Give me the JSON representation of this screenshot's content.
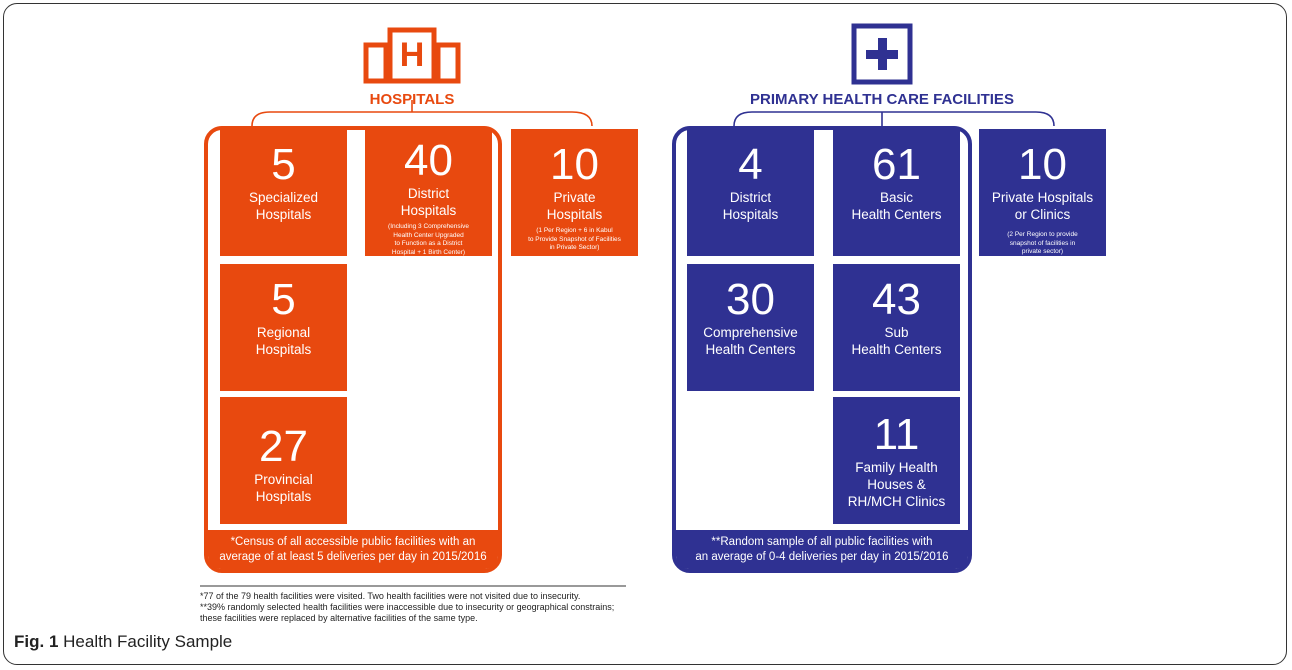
{
  "hospitals": {
    "title": "HOSPITALS",
    "icon_letter": "H",
    "color": "#e8490f",
    "tiles": [
      {
        "number": "5",
        "label": "Specialized\nHospitals",
        "note": ""
      },
      {
        "number": "40",
        "label": "District\nHospitals",
        "note": "(Including 3 Comprehensive\nHealth Center Upgraded\nto Function as a District\nHospital + 1 Birth Center)"
      },
      {
        "number": "10",
        "label": "Private\nHospitals",
        "note": "(1 Per Region + 6 in Kabul\nto Provide Snapshot of Facilities\nin Private Sector)"
      },
      {
        "number": "5",
        "label": "Regional\nHospitals",
        "note": ""
      },
      {
        "number": "27",
        "label": "Provincial\nHospitals",
        "note": ""
      }
    ],
    "census_note": "*Census of all accessible public facilities with an\naverage of at least 5 deliveries per day in 2015/2016"
  },
  "phc": {
    "title": "PRIMARY HEALTH CARE FACILITIES",
    "icon_symbol": "+",
    "color": "#2f3192",
    "tiles": [
      {
        "number": "4",
        "label": "District\nHospitals",
        "note": ""
      },
      {
        "number": "61",
        "label": "Basic\nHealth Centers",
        "note": ""
      },
      {
        "number": "10",
        "label": "Private Hospitals\nor Clinics",
        "note": "(2 Per Region to provide\nsnapshot of facilities in\nprivate sector)"
      },
      {
        "number": "30",
        "label": "Comprehensive\nHealth Centers",
        "note": ""
      },
      {
        "number": "43",
        "label": "Sub\nHealth Centers",
        "note": ""
      },
      {
        "number": "11",
        "label": "Family Health\nHouses &\nRH/MCH Clinics",
        "note": ""
      }
    ],
    "sample_note": "**Random sample of all public facilities with\nan average of 0-4 deliveries per day in 2015/2016"
  },
  "footnotes": [
    "*77 of the 79 health facilities were visited. Two health facilities were not visited due to insecurity.",
    "**39% randomly selected health facilities were inaccessible due to insecurity or geographical constrains;",
    "these facilities were replaced by alternative facilities of the same type."
  ],
  "caption": {
    "label": "Fig. 1",
    "text": "Health Facility Sample"
  }
}
